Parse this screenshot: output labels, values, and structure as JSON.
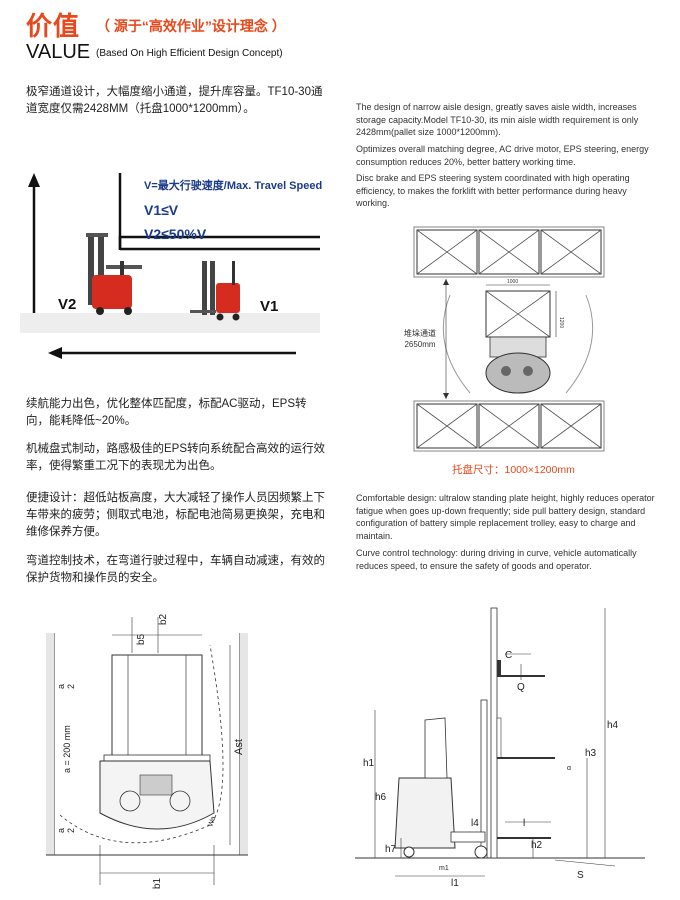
{
  "header": {
    "title_cn": "价值",
    "subtitle_cn": "（ 源于“高效作业”设计理念 ）",
    "title_en": "VALUE",
    "subtitle_en": "(Based On High Efficient Design Concept)"
  },
  "cn_paragraphs": [
    "极窄通道设计，大幅度缩小通道，提升库容量。TF10-30通道宽度仅需2428MM（托盘1000*1200mm）。",
    "续航能力出色，优化整体匹配度，标配AC驱动，EPS转向，能耗降低~20%。",
    "机械盘式制动，路感极佳的EPS转向系统配合高效的运行效率，使得繁重工况下的表现尤为出色。",
    "便捷设计：超低站板高度，大大减轻了操作人员因频繁上下车带来的疲劳；侧取式电池，标配电池简易更换架，充电和维修保养方便。",
    "弯道控制技术，在弯道行驶过程中，车辆自动减速，有效的保护货物和操作员的安全。"
  ],
  "en_paragraphs": [
    "The design of narrow aisle design, greatly saves aisle width, increases storage capacity.Model TF10-30, its min aisle width requirement is only 2428mm(pallet size 1000*1200mm).",
    "Optimizes overall matching degree, AC drive motor, EPS steering, energy consumption reduces 20%, better battery working time.",
    "Disc brake and EPS steering system coordinated with high operating efficiency, to makes the forklift with better performance during heavy working.",
    "Comfortable design: ultralow standing plate height, highly reduces operator fatigue when goes up-down frequently; side pull battery design, standard configuration of battery simple replacement trolley, easy to charge and maintain.",
    "Curve control technology: during driving in curve, vehicle automatically reduces speed, to ensure the safety of goods and operator."
  ],
  "speed_diagram": {
    "line1": "V=最大行驶速度/Max. Travel Speed",
    "line2": "V1≤V",
    "line3": "V2≤50%V",
    "label_v2": "V2",
    "label_v1": "V1"
  },
  "aisle_diagram": {
    "aisle_label_cn": "堆垛通道",
    "aisle_value": "2650mm",
    "dim_width": "1000",
    "dim_depth": "1200",
    "pallet_caption": "托盘尺寸：1000×1200mm"
  },
  "top_view_dims": {
    "b5": "b5",
    "b2": "b2",
    "a_top": "a",
    "two_top": "2",
    "a_eq": "a = 200 mm",
    "a_bot": "a",
    "two_bot": "2",
    "ast": "Ast",
    "wa": "Wa",
    "b1": "b1"
  },
  "side_view_dims": {
    "c": "C",
    "q": "Q",
    "h4": "h4",
    "h3": "h3",
    "alpha": "α",
    "h1": "h1",
    "h6": "h6",
    "l4": "l4",
    "l": "l",
    "h7": "h7",
    "h2": "h2",
    "m1": "m1",
    "l1": "l1",
    "s": "S"
  },
  "colors": {
    "accent": "#e8481b",
    "truck_red": "#d62b1f"
  }
}
